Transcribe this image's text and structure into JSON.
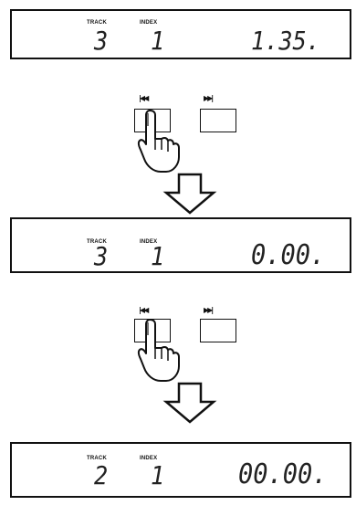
{
  "labels": {
    "track": "TRACK",
    "index": "INDEX"
  },
  "buttons": {
    "prev": "|◀◀",
    "next": "▶▶|"
  },
  "displays": [
    {
      "track": "3",
      "index": "1",
      "time": "1.35."
    },
    {
      "track": "3",
      "index": "1",
      "time": "0.00."
    },
    {
      "track": "2",
      "index": "1",
      "time": "00.00."
    }
  ]
}
